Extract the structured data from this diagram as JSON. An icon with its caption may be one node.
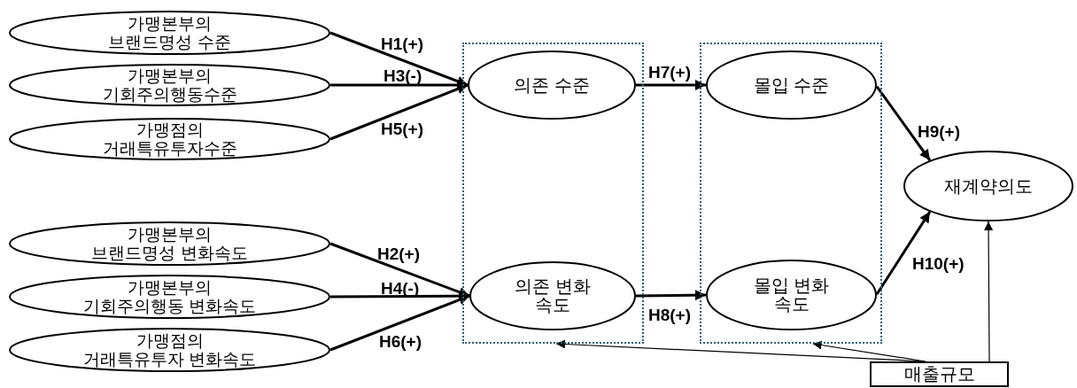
{
  "diagram": {
    "nodes": [
      {
        "text": [],
        "shape": "box"
      },
      {
        "text": [],
        "shape": "box"
      },
      {
        "text": [
          "가맹본부의 브랜드명성 수준"
        ]
      },
      {
        "text": [
          "가맹본부의 기회주의행동수준"
        ]
      },
      {
        "text": [
          "가맹점의 거래특유투자수준"
        ]
      },
      {
        "text": [
          "가맹본부의 브랜드명성 변화속도"
        ]
      },
      {
        "text": [
          "가맹본부의 기회주의행동 변화속도"
        ]
      },
      {
        "text": [
          "가맹점의 거래특유투자 변화속도"
        ]
      },
      {
        "text": [
          "의존 수준"
        ],
        "in": 0
      },
      {
        "text": [
          "의존 변화 속도"
        ],
        "in": 0
      },
      {
        "text": [
          "몰입 수준"
        ],
        "in": 1
      },
      {
        "text": [
          "몰입 변화 속도"
        ],
        "in": 1
      },
      {
        "text": [
          "재계약의도"
        ]
      },
      {
        "text": [
          "매출규모"
        ]
      }
    ],
    "edges": [
      {
        "from": 2,
        "to": 8,
        "arrow": "to",
        "label": "H1(+)"
      },
      {
        "from": 3,
        "to": 8,
        "arrow": "to",
        "label": "H3(-)"
      },
      {
        "from": 4,
        "to": 8,
        "arrow": "to",
        "label": "H5(+)"
      },
      {
        "from": 5,
        "to": 9,
        "arrow": "to",
        "label": "H2(+)"
      },
      {
        "from": 6,
        "to": 9,
        "arrow": "to",
        "label": "H4(-)"
      },
      {
        "from": 7,
        "to": 9,
        "arrow": "to",
        "label": "H6(+)"
      },
      {
        "from": 8,
        "to": 10,
        "arrow": "to",
        "label": "H7(+)"
      },
      {
        "from": 9,
        "to": 11,
        "arrow": "to",
        "label": "H8(+)"
      },
      {
        "from": 10,
        "to": 12,
        "arrow": "to",
        "label": "H9(+)"
      },
      {
        "from": 11,
        "to": 12,
        "arrow": "to",
        "label": "H10(+)"
      },
      {
        "from": 13,
        "to": 12,
        "arrow": "to"
      },
      {
        "from": 13,
        "to": 0,
        "arrow": "to"
      },
      {
        "from": 13,
        "to": 1,
        "arrow": "to"
      }
    ]
  }
}
